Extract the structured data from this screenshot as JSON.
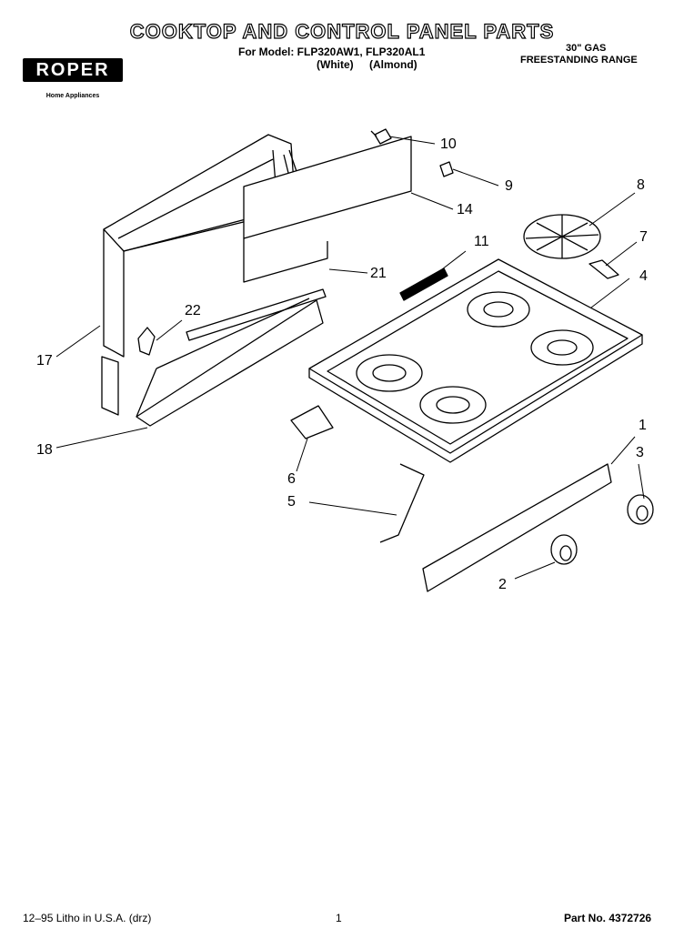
{
  "header": {
    "title": "COOKTOP AND CONTROL PANEL PARTS",
    "model_line": "For Model: FLP320AW1, FLP320AL1",
    "color_white": "(White)",
    "color_almond": "(Almond)",
    "range_line1": "30\" GAS",
    "range_line2": "FREESTANDING RANGE"
  },
  "brand": {
    "name": "ROPER",
    "tagline": "Home Appliances"
  },
  "callouts": [
    "10",
    "9",
    "14",
    "8",
    "11",
    "7",
    "21",
    "4",
    "22",
    "17",
    "18",
    "6",
    "5",
    "1",
    "3",
    "2"
  ],
  "footer": {
    "left": "12–95 Litho in U.S.A. (drz)",
    "page": "1",
    "part_no": "Part No. 4372726"
  },
  "colors": {
    "ink": "#000000",
    "paper": "#ffffff"
  }
}
